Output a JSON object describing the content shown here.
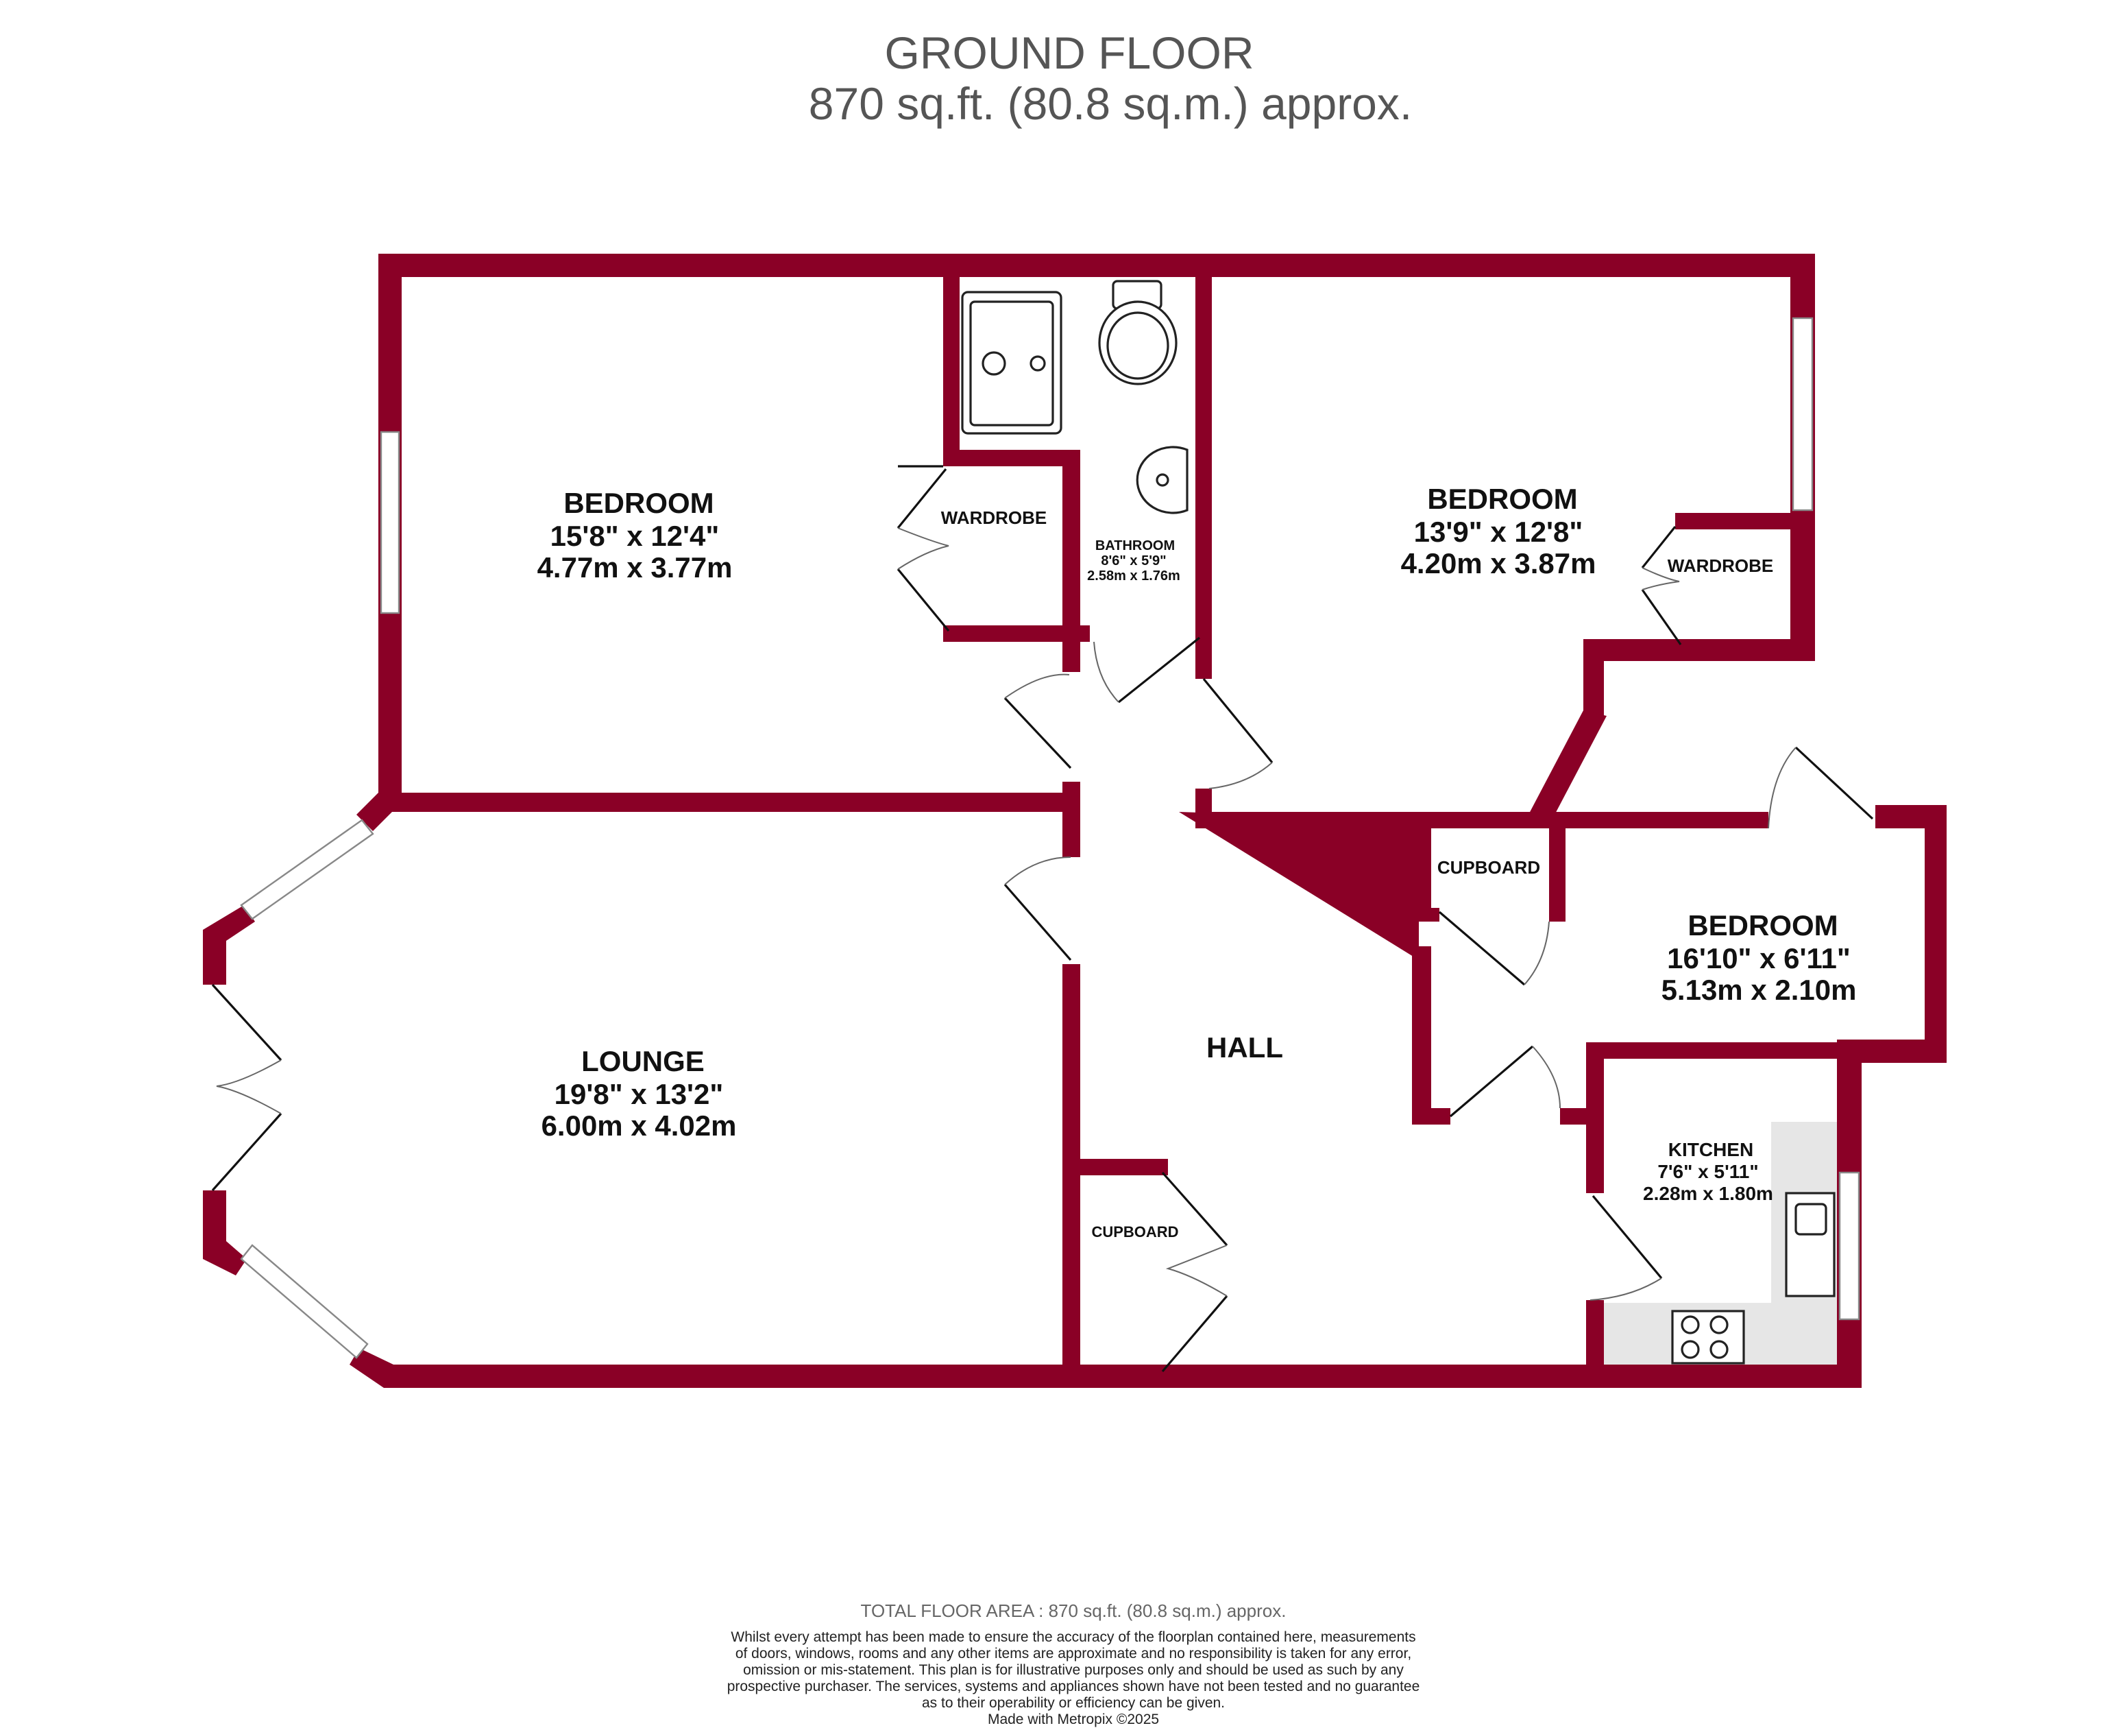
{
  "header": {
    "floor": "GROUND FLOOR",
    "area": "870 sq.ft. (80.8 sq.m.) approx."
  },
  "colors": {
    "wall": "#8a0026",
    "kitchen_floor": "#e6e6e6"
  },
  "rooms": {
    "bedroom1": {
      "name": "BEDROOM",
      "imperial": "15'8\"  x 12'4\"",
      "metric": "4.77m  x 3.77m"
    },
    "bedroom2": {
      "name": "BEDROOM",
      "imperial": "13'9\"  x 12'8\"",
      "metric": "4.20m  x 3.87m"
    },
    "bedroom3": {
      "name": "BEDROOM",
      "imperial": "16'10\"  x 6'11\"",
      "metric": "5.13m  x 2.10m"
    },
    "bathroom": {
      "name": "BATHROOM",
      "imperial": "8'6\"  x 5'9\"",
      "metric": "2.58m  x 1.76m"
    },
    "lounge": {
      "name": "LOUNGE",
      "imperial": "19'8\"  x 13'2\"",
      "metric": "6.00m  x 4.02m"
    },
    "kitchen": {
      "name": "KITCHEN",
      "imperial": "7'6\"  x 5'11\"",
      "metric": "2.28m  x 1.80m"
    },
    "hall": {
      "name": "HALL"
    },
    "wardrobe1": {
      "name": "WARDROBE"
    },
    "wardrobe2": {
      "name": "WARDROBE"
    },
    "cupboard1": {
      "name": "CUPBOARD"
    },
    "cupboard2": {
      "name": "CUPBOARD"
    }
  },
  "footer": {
    "total": "TOTAL FLOOR AREA : 870 sq.ft. (80.8 sq.m.) approx.",
    "disclaimer": [
      "Whilst every attempt has been made to ensure the accuracy of the floorplan contained here, measurements",
      "of doors, windows, rooms and any other items are approximate and no responsibility is taken for any error,",
      "omission or mis-statement. This plan is for illustrative purposes only and should be used as such by any",
      "prospective purchaser. The services, systems and appliances shown have not been tested and no guarantee",
      "as to their operability or efficiency can be given."
    ],
    "credit": "Made with Metropix ©2025"
  }
}
